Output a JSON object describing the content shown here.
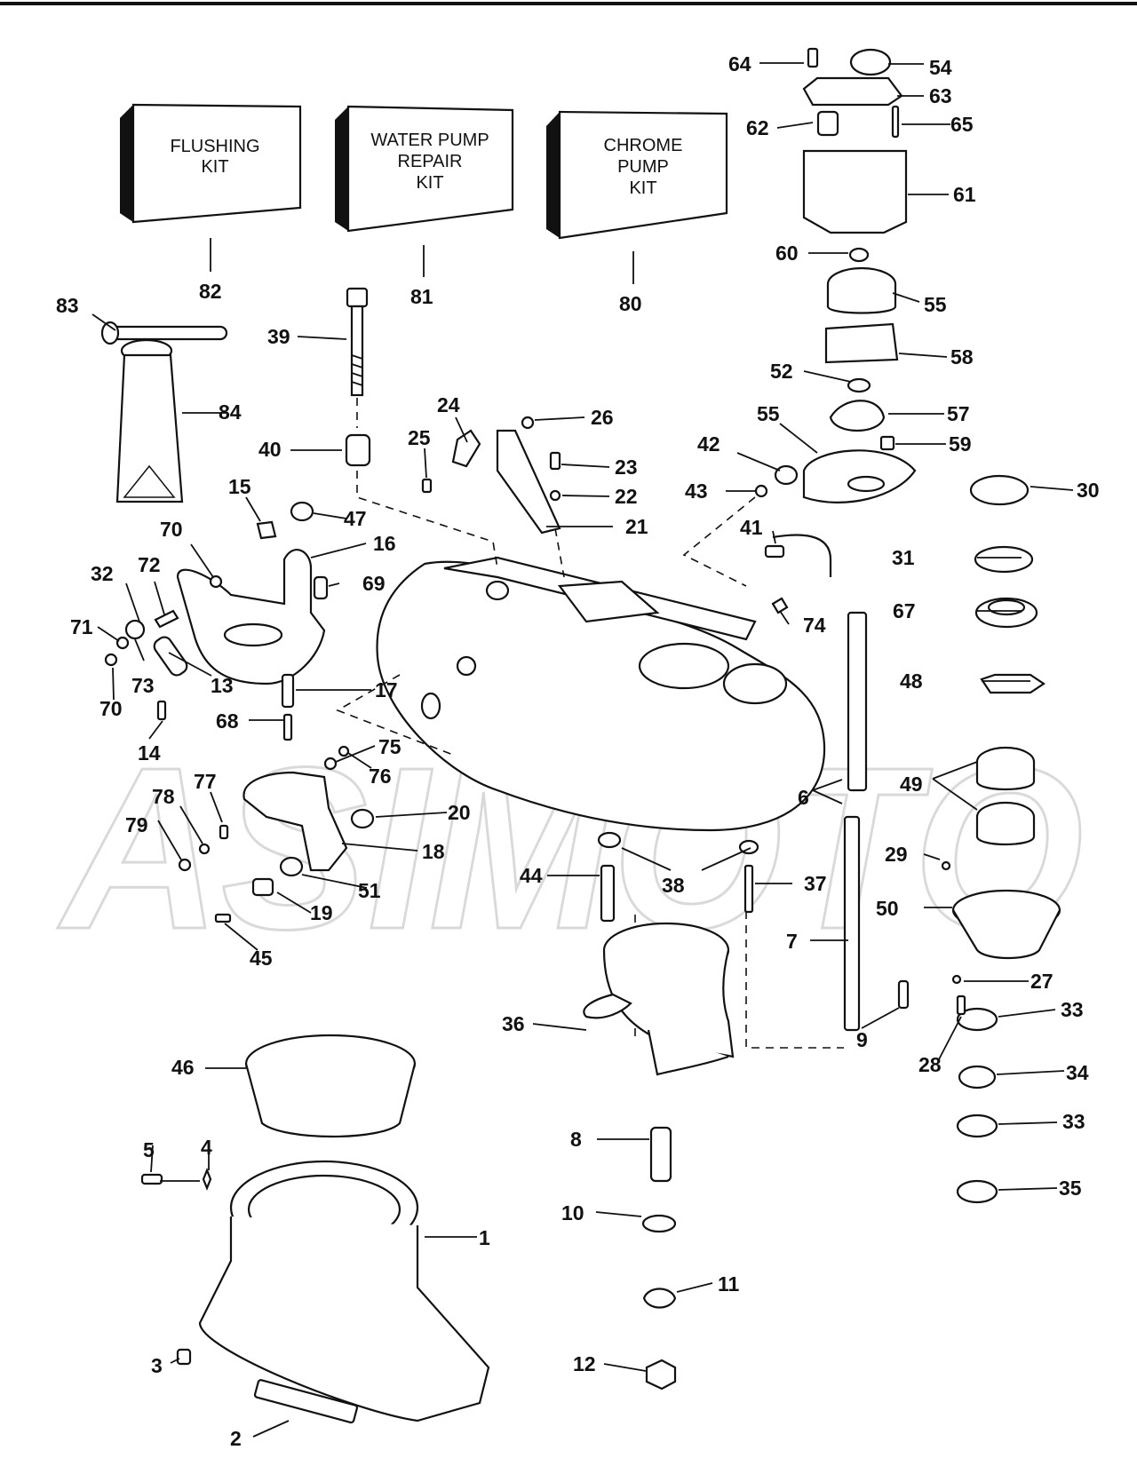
{
  "watermark": {
    "text": "ASIMOTO"
  },
  "kits": [
    {
      "id": "82",
      "lines": [
        "FLUSHING",
        "KIT"
      ]
    },
    {
      "id": "81",
      "lines": [
        "WATER PUMP",
        "REPAIR",
        "KIT"
      ]
    },
    {
      "id": "80",
      "lines": [
        "CHROME",
        "PUMP",
        "KIT"
      ]
    }
  ],
  "callouts": [
    "64",
    "54",
    "63",
    "62",
    "65",
    "61",
    "60",
    "55",
    "58",
    "52",
    "57",
    "55",
    "59",
    "42",
    "43",
    "30",
    "82",
    "81",
    "80",
    "83",
    "39",
    "84",
    "24",
    "26",
    "40",
    "25",
    "23",
    "22",
    "21",
    "15",
    "47",
    "70",
    "16",
    "41",
    "31",
    "32",
    "72",
    "69",
    "67",
    "74",
    "71",
    "73",
    "13",
    "70",
    "17",
    "48",
    "68",
    "14",
    "75",
    "76",
    "6",
    "49",
    "78",
    "77",
    "20",
    "79",
    "18",
    "29",
    "44",
    "38",
    "37",
    "51",
    "19",
    "50",
    "45",
    "7",
    "27",
    "36",
    "9",
    "33",
    "28",
    "46",
    "34",
    "33",
    "5",
    "4",
    "8",
    "1",
    "35",
    "10",
    "11",
    "3",
    "12",
    "2"
  ]
}
